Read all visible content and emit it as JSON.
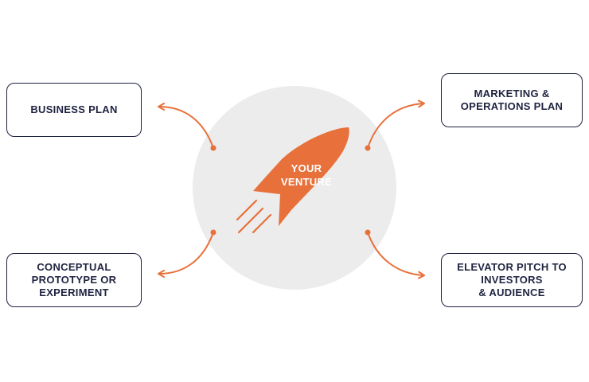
{
  "diagram": {
    "center": {
      "label": "YOUR\nVENTURE",
      "icon": "rocket-icon"
    },
    "nodes": {
      "business_plan": "BUSINESS PLAN",
      "marketing_plan": "MARKETING &\nOPERATIONS PLAN",
      "prototype": "CONCEPTUAL\nPROTOTYPE OR\nEXPERIMENT",
      "pitch": "ELEVATOR PITCH TO\nINVESTORS\n& AUDIENCE"
    },
    "colors": {
      "accent": "#e8703a",
      "circle": "#ececec",
      "box_border": "#1f2340",
      "text": "#1f2340"
    }
  }
}
